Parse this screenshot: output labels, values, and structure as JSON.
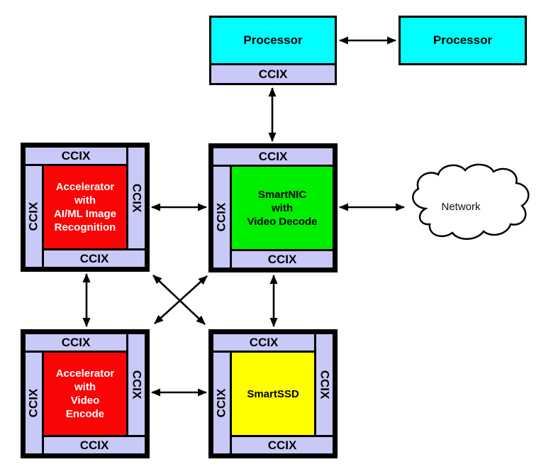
{
  "labels": {
    "ccix": "CCIX",
    "processor": "Processor",
    "network": "Network"
  },
  "nodes": {
    "processor_left": {
      "label": "Processor"
    },
    "processor_right": {
      "label": "Processor"
    },
    "accelerator_aiml": {
      "lines": [
        "Accelerator",
        "with",
        "AI/ML Image",
        "Recognition"
      ]
    },
    "smartnic": {
      "lines": [
        "SmartNIC",
        "with",
        "Video Decode"
      ]
    },
    "accelerator_video": {
      "lines": [
        "Accelerator",
        "with",
        "Video",
        "Encode"
      ]
    },
    "smartssd": {
      "lines": [
        "SmartSSD"
      ]
    },
    "network": {
      "label": "Network"
    }
  },
  "connections": [
    {
      "from": "Processor (left)",
      "to": "Processor (right)",
      "type": "bidirectional"
    },
    {
      "from": "Processor CCIX",
      "to": "SmartNIC CCIX top",
      "type": "bidirectional"
    },
    {
      "from": "Accelerator with AI/ML Image Recognition",
      "to": "SmartNIC with Video Decode",
      "type": "bidirectional"
    },
    {
      "from": "SmartNIC with Video Decode",
      "to": "Network",
      "type": "bidirectional"
    },
    {
      "from": "Accelerator with AI/ML Image Recognition",
      "to": "Accelerator with Video Encode",
      "type": "bidirectional"
    },
    {
      "from": "SmartNIC with Video Decode",
      "to": "SmartSSD",
      "type": "bidirectional"
    },
    {
      "from": "Accelerator with AI/ML Image Recognition",
      "to": "SmartSSD",
      "type": "bidirectional"
    },
    {
      "from": "SmartNIC with Video Decode",
      "to": "Accelerator with Video Encode",
      "type": "bidirectional"
    },
    {
      "from": "Accelerator with Video Encode",
      "to": "SmartSSD",
      "type": "bidirectional"
    }
  ],
  "colors": {
    "processor_fill": "#00FFFF",
    "ccix_fill": "#C9C9F7",
    "accelerator_fill": "#FA0505",
    "smartnic_fill": "#00EE00",
    "smartssd_fill": "#FFFF00",
    "cloud_fill": "#FFFFFF",
    "line": "#000000"
  }
}
